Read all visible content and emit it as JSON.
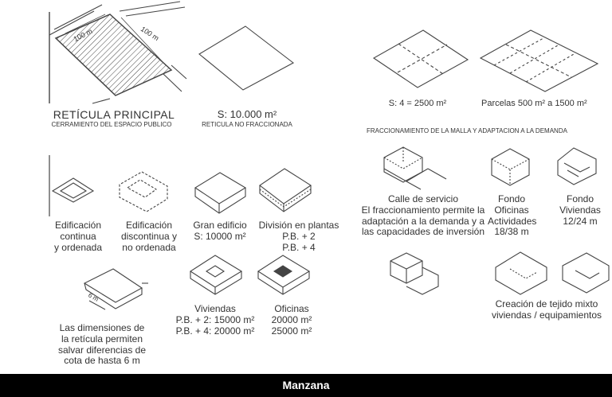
{
  "panels": {
    "main_grid": {
      "dimension_top_left": "100 m",
      "dimension_top_right": "100 m",
      "title": "RETÍCULA PRINCIPAL",
      "subtitle": "CERRAMIENTO DEL ESPACIO PUBLICO"
    },
    "unfractioned": {
      "area": "S: 10.000 m²",
      "label": "RETICULA NO FRACCIONADA"
    },
    "quarter": {
      "area": "S: 4 = 2500 m²"
    },
    "parcels": {
      "area": "Parcelas 500 m² a 1500 m²"
    },
    "fraction_heading": "FRACCIONAMIENTO DE LA MALLA Y ADAPTACION A LA DEMANDA",
    "continuous": {
      "label": "Edificación\ncontinua\ny ordenada"
    },
    "discontinuous": {
      "label": "Edificación\ndiscontinua y\nno ordenada"
    },
    "big_building": {
      "label": "Gran edificio\nS: 10000 m²"
    },
    "floors": {
      "label": "División en plantas\nP.B. + 2\nP.B. + 4"
    },
    "service_street": {
      "label": "Calle de servicio\nEl fraccionamiento permite la\nadaptación a la demanda y a\nlas capacidades de inversión"
    },
    "offices_depth": {
      "label": "Fondo\nOficinas\nActividades\n18/38 m"
    },
    "housing_depth": {
      "label": "Fondo\nViviendas\n12/24 m"
    },
    "slope": {
      "dimension": "6 m",
      "label": "Las dimensiones de\nla retícula permiten\nsalvar diferencias de\ncota de hasta 6 m"
    },
    "housing": {
      "label": "Viviendas\nP.B. + 2: 15000 m²\nP.B. + 4: 20000 m²"
    },
    "offices": {
      "label": "Oficinas\n20000 m²\n25000 m²"
    },
    "mixed": {
      "label": "Creación de tejido mixto\nviviendas / equipamientos"
    }
  },
  "footer": {
    "caption": "Manzana"
  }
}
